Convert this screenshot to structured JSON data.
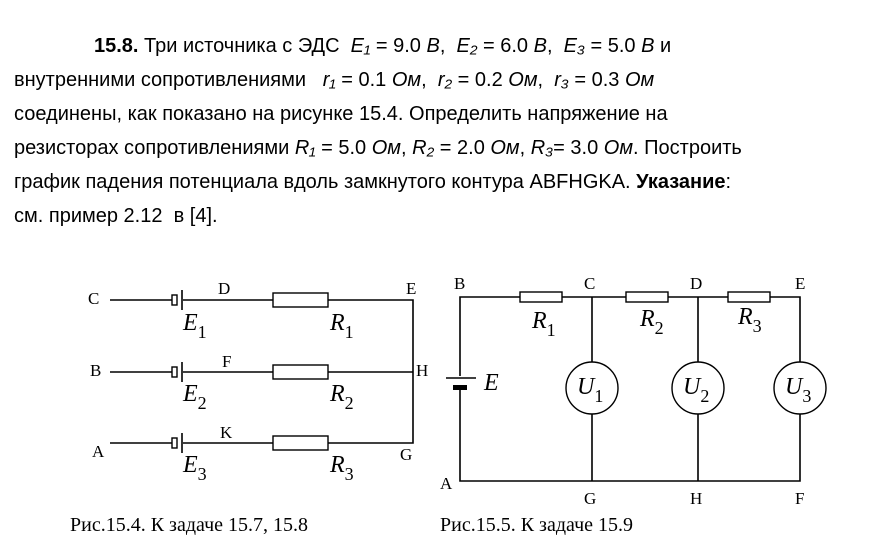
{
  "problem": {
    "lines": [
      [
        {
          "t": "15.8.",
          "s": "b"
        },
        {
          "t": " Три источника с ЭДС  ",
          "s": ""
        },
        {
          "t": "E₁",
          "s": "i"
        },
        {
          "t": " = 9.0 ",
          "s": ""
        },
        {
          "t": "В",
          "s": "i"
        },
        {
          "t": ",  ",
          "s": ""
        },
        {
          "t": "E₂",
          "s": "i"
        },
        {
          "t": " = 6.0 ",
          "s": ""
        },
        {
          "t": "В",
          "s": "i"
        },
        {
          "t": ",  ",
          "s": ""
        },
        {
          "t": "E₃",
          "s": "i"
        },
        {
          "t": " = 5.0 ",
          "s": ""
        },
        {
          "t": "В",
          "s": "i"
        },
        {
          "t": " и",
          "s": ""
        }
      ],
      [
        {
          "t": "внутренними сопротивлениями   ",
          "s": ""
        },
        {
          "t": "r₁",
          "s": "i"
        },
        {
          "t": " = 0.1 ",
          "s": ""
        },
        {
          "t": "Ом",
          "s": "i"
        },
        {
          "t": ",  ",
          "s": ""
        },
        {
          "t": "r₂",
          "s": "i"
        },
        {
          "t": " = 0.2 ",
          "s": ""
        },
        {
          "t": "Ом",
          "s": "i"
        },
        {
          "t": ",  ",
          "s": ""
        },
        {
          "t": "r₃",
          "s": "i"
        },
        {
          "t": " = 0.3 ",
          "s": ""
        },
        {
          "t": "Ом",
          "s": "i"
        }
      ],
      [
        {
          "t": "соединены, как показано на рисунке 15.4. Определить напряжение на",
          "s": ""
        }
      ],
      [
        {
          "t": "резисторах сопротивлениями ",
          "s": ""
        },
        {
          "t": "R₁",
          "s": "i"
        },
        {
          "t": " = 5.0 ",
          "s": ""
        },
        {
          "t": "Ом",
          "s": "i"
        },
        {
          "t": ", ",
          "s": ""
        },
        {
          "t": "R₂",
          "s": "i"
        },
        {
          "t": " = 2.0 ",
          "s": ""
        },
        {
          "t": "Ом",
          "s": "i"
        },
        {
          "t": ", ",
          "s": ""
        },
        {
          "t": "R₃",
          "s": "i"
        },
        {
          "t": "= 3.0 ",
          "s": ""
        },
        {
          "t": "Ом",
          "s": "i"
        },
        {
          "t": ". Построить",
          "s": ""
        }
      ],
      [
        {
          "t": "график падения потенциала вдоль замкнутого контура ABFHGKA. ",
          "s": ""
        },
        {
          "t": "Указание",
          "s": "b"
        },
        {
          "t": ":",
          "s": ""
        }
      ],
      [
        {
          "t": "см. пример 2.12  в [4].",
          "s": ""
        }
      ]
    ]
  },
  "fig1": {
    "nodes": {
      "C": "C",
      "D": "D",
      "E": "E",
      "B": "B",
      "F": "F",
      "H": "H",
      "A": "A",
      "K": "K",
      "G": "G"
    },
    "sources": [
      {
        "sym": "E",
        "sub": "1"
      },
      {
        "sym": "E",
        "sub": "2"
      },
      {
        "sym": "E",
        "sub": "3"
      }
    ],
    "resistors": [
      {
        "sym": "R",
        "sub": "1"
      },
      {
        "sym": "R",
        "sub": "2"
      },
      {
        "sym": "R",
        "sub": "3"
      }
    ],
    "caption": "Рис.15.4. К задаче 15.7, 15.8"
  },
  "fig2": {
    "nodes": {
      "B": "B",
      "C": "C",
      "D": "D",
      "E": "E",
      "A": "A",
      "G": "G",
      "H": "H",
      "F": "F"
    },
    "source": {
      "sym": "E"
    },
    "resistors": [
      {
        "sym": "R",
        "sub": "1"
      },
      {
        "sym": "R",
        "sub": "2"
      },
      {
        "sym": "R",
        "sub": "3"
      }
    ],
    "voltmeters": [
      {
        "sym": "U",
        "sub": "1"
      },
      {
        "sym": "U",
        "sub": "2"
      },
      {
        "sym": "U",
        "sub": "3"
      }
    ],
    "caption": "Рис.15.5. К задаче 15.9"
  }
}
